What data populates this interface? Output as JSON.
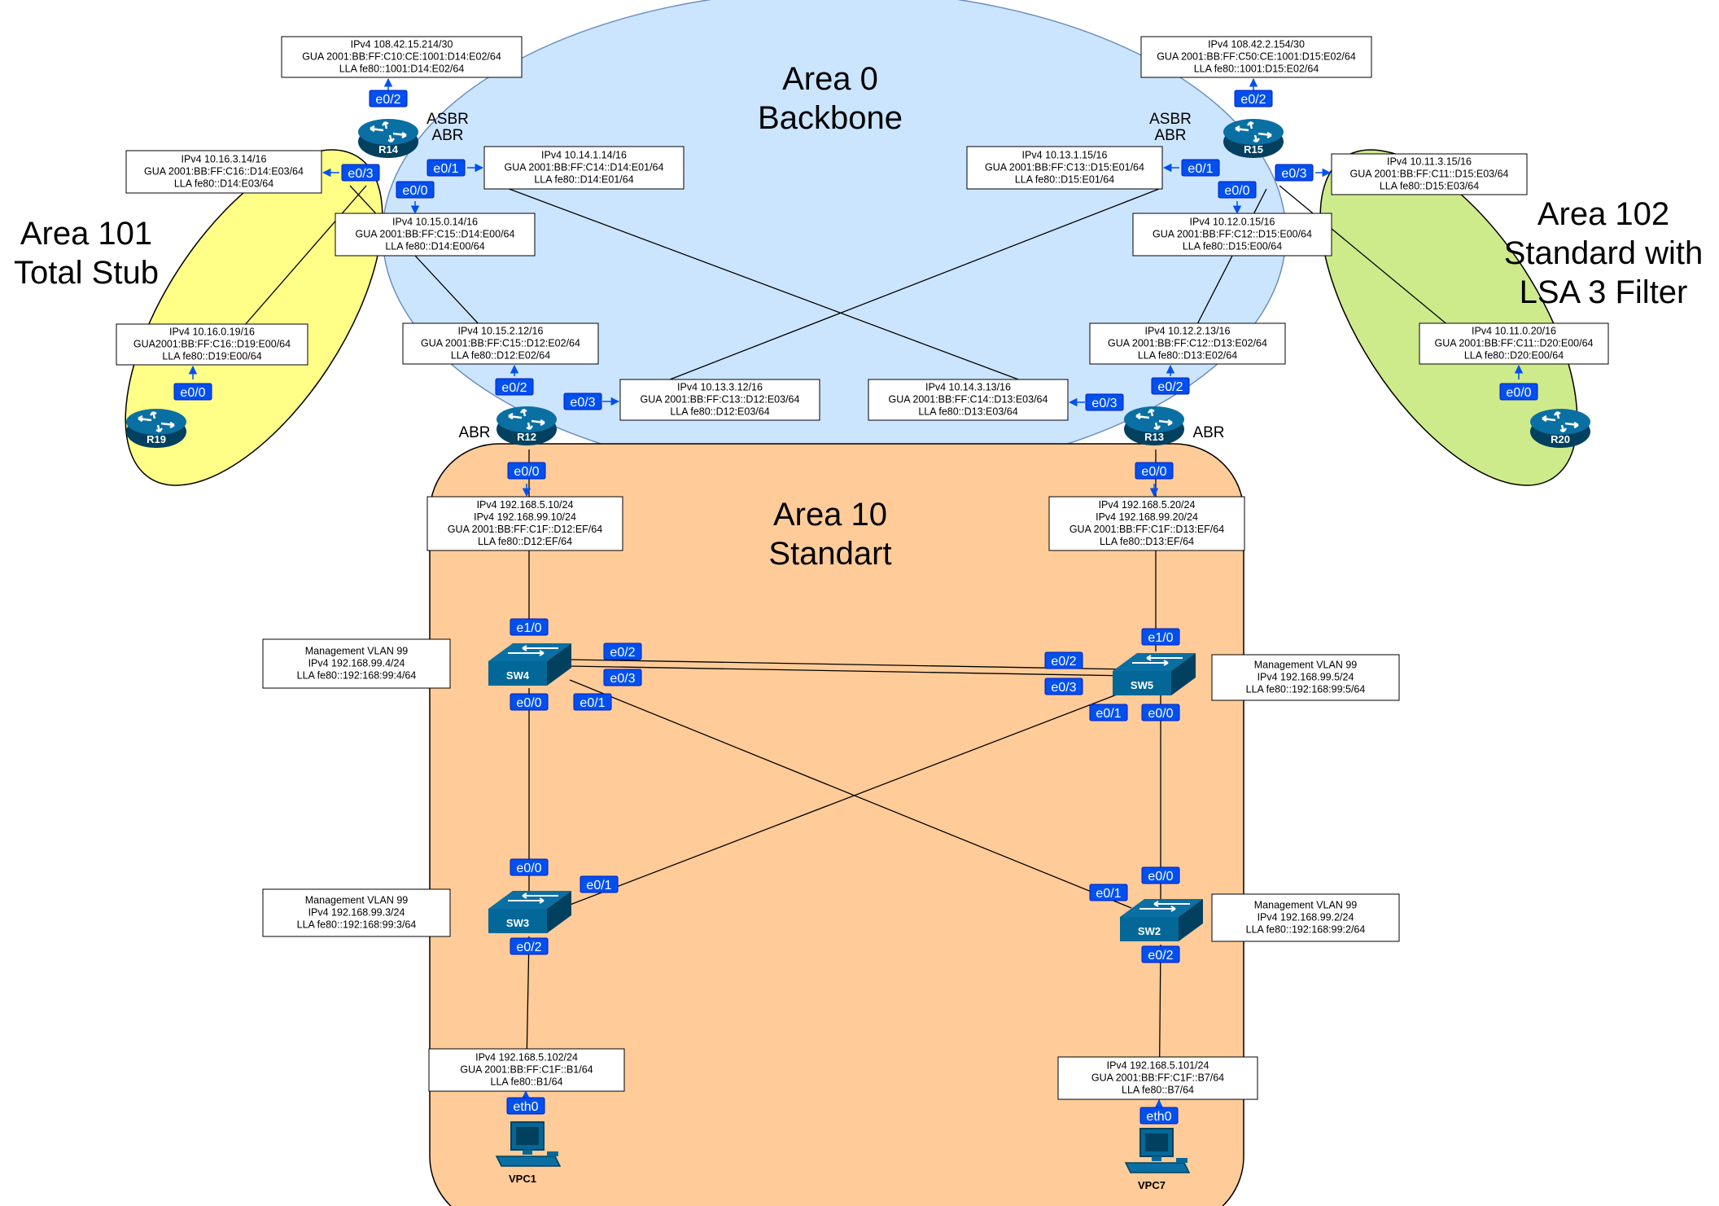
{
  "colors": {
    "area0": "#cce5ff",
    "area10": "#ffcc99",
    "area101": "#ffff88",
    "area102": "#cdeb8b",
    "port": "#0050ef",
    "device": "#036897"
  },
  "areas": {
    "area0": [
      "Area 0",
      "Backbone"
    ],
    "area10": [
      "Area 10",
      "Standart"
    ],
    "area101": [
      "Area 101",
      "Total Stub"
    ],
    "area102": [
      "Area 102",
      "Standard with",
      "LSA 3 Filter"
    ]
  },
  "devices": {
    "r14": {
      "label": "R14",
      "roles": [
        "ASBR",
        "ABR"
      ]
    },
    "r15": {
      "label": "R15",
      "roles": [
        "ASBR",
        "ABR"
      ]
    },
    "r12": {
      "label": "R12",
      "roles": [
        "ABR"
      ]
    },
    "r13": {
      "label": "R13",
      "roles": [
        "ABR"
      ]
    },
    "r19": {
      "label": "R19"
    },
    "r20": {
      "label": "R20"
    },
    "sw4": {
      "label": "SW4"
    },
    "sw5": {
      "label": "SW5"
    },
    "sw3": {
      "label": "SW3"
    },
    "sw2": {
      "label": "SW2"
    },
    "vpc1": {
      "label": "VPC1"
    },
    "vpc7": {
      "label": "VPC7"
    }
  },
  "boxes": {
    "r14_e02": [
      "IPv4 108.42.15.214/30",
      "GUA 2001:BB:FF:C10:CE:1001:D14:E02/64",
      "LLA fe80::1001:D14:E02/64"
    ],
    "r14_e03": [
      "IPv4 10.16.3.14/16",
      "GUA 2001:BB:FF:C16::D14:E03/64",
      "LLA fe80::D14:E03/64"
    ],
    "r14_e01": [
      "IPv4 10.14.1.14/16",
      "GUA 2001:BB:FF:C14::D14:E01/64",
      "LLA fe80::D14:E01/64"
    ],
    "r14_e00": [
      "IPv4 10.15.0.14/16",
      "GUA 2001:BB:FF:C15::D14:E00/64",
      "LLA fe80::D14:E00/64"
    ],
    "r19_e00": [
      "IPv4 10.16.0.19/16",
      "GUA2001:BB:FF:C16::D19:E00/64",
      "LLA fe80::D19:E00/64"
    ],
    "r12_e02": [
      "IPv4 10.15.2.12/16",
      "GUA 2001:BB:FF:C15::D12:E02/64",
      "LLA fe80::D12:E02/64"
    ],
    "r12_e03": [
      "IPv4 10.13.3.12/16",
      "GUA 2001:BB:FF:C13::D12:E03/64",
      "LLA fe80::D12:E03/64"
    ],
    "r15_e02": [
      "IPv4 108.42.2.154/30",
      "GUA 2001:BB:FF:C50:CE:1001:D15:E02/64",
      "LLA fe80::1001:D15:E02/64"
    ],
    "r15_e01": [
      "IPv4 10.13.1.15/16",
      "GUA 2001:BB:FF:C13::D15:E01/64",
      "LLA fe80::D15:E01/64"
    ],
    "r15_e03": [
      "IPv4 10.11.3.15/16",
      "GUA 2001:BB:FF:C11::D15:E03/64",
      "LLA fe80::D15:E03/64"
    ],
    "r15_e00": [
      "IPv4 10.12.0.15/16",
      "GUA 2001:BB:FF:C12::D15:E00/64",
      "LLA fe80::D15:E00/64"
    ],
    "r13_e02": [
      "IPv4 10.12.2.13/16",
      "GUA 2001:BB:FF:C12::D13:E02/64",
      "LLA fe80::D13:E02/64"
    ],
    "r20_e00": [
      "IPv4 10.11.0.20/16",
      "GUA 2001:BB:FF:C11::D20:E00/64",
      "LLA fe80::D20:E00/64"
    ],
    "r13_e03": [
      "IPv4 10.14.3.13/16",
      "GUA 2001:BB:FF:C14::D13:E03/64",
      "LLA fe80::D13:E03/64"
    ],
    "r12_e00": [
      "IPv4 192.168.5.10/24",
      "IPv4 192.168.99.10/24",
      "GUA 2001:BB:FF:C1F::D12:EF/64",
      "LLA fe80::D12:EF/64"
    ],
    "r13_e00": [
      "IPv4 192.168.5.20/24",
      "IPv4 192.168.99.20/24",
      "GUA 2001:BB:FF:C1F::D13:EF/64",
      "LLA fe80::D13:EF/64"
    ],
    "sw4_mgmt": [
      "Management VLAN 99",
      "IPv4 192.168.99.4/24",
      "LLA fe80::192:168:99:4/64"
    ],
    "sw5_mgmt": [
      "Management VLAN 99",
      "IPv4 192.168.99.5/24",
      "LLA fe80::192:168:99:5/64"
    ],
    "sw3_mgmt": [
      "Management VLAN 99",
      "IPv4 192.168.99.3/24",
      "LLA fe80::192:168:99:3/64"
    ],
    "sw2_mgmt": [
      "Management VLAN 99",
      "IPv4 192.168.99.2/24",
      "LLA fe80::192:168:99:2/64"
    ],
    "vpc1_eth0": [
      "IPv4 192.168.5.102/24",
      "GUA 2001:BB:FF:C1F::B1/64",
      "LLA fe80::B1/64"
    ],
    "vpc7_eth0": [
      "IPv4 192.168.5.101/24",
      "GUA 2001:BB:FF:C1F::B7/64",
      "LLA fe80::B7/64"
    ]
  },
  "ports": {
    "r14_e02": "e0/2",
    "r14_e03": "e0/3",
    "r14_e01": "e0/1",
    "r14_e00": "e0/0",
    "r15_e02": "e0/2",
    "r15_e01": "e0/1",
    "r15_e03": "e0/3",
    "r15_e00": "e0/0",
    "r19_e00": "e0/0",
    "r20_e00": "e0/0",
    "r12_e02": "e0/2",
    "r12_e03": "e0/3",
    "r12_e00": "e0/0",
    "r13_e02": "e0/2",
    "r13_e03": "e0/3",
    "r13_e00": "e0/0",
    "sw4_e10": "e1/0",
    "sw4_e02": "e0/2",
    "sw4_e03": "e0/3",
    "sw4_e00": "e0/0",
    "sw4_e01": "e0/1",
    "sw5_e10": "e1/0",
    "sw5_e02": "e0/2",
    "sw5_e03": "e0/3",
    "sw5_e01": "e0/1",
    "sw5_e00": "e0/0",
    "sw3_e00": "e0/0",
    "sw3_e01": "e0/1",
    "sw3_e02": "e0/2",
    "sw2_e00": "e0/0",
    "sw2_e01": "e0/1",
    "sw2_e02": "e0/2",
    "vpc1_eth0": "eth0",
    "vpc7_eth0": "eth0"
  },
  "links": [
    [
      "R14",
      "R12"
    ],
    [
      "R14",
      "R13"
    ],
    [
      "R14",
      "R19"
    ],
    [
      "R15",
      "R13"
    ],
    [
      "R15",
      "R12"
    ],
    [
      "R15",
      "R20"
    ],
    [
      "R12",
      "SW4"
    ],
    [
      "R13",
      "SW5"
    ],
    [
      "SW4",
      "SW5"
    ],
    [
      "SW4",
      "SW5"
    ],
    [
      "SW4",
      "SW3"
    ],
    [
      "SW4",
      "SW2"
    ],
    [
      "SW5",
      "SW3"
    ],
    [
      "SW5",
      "SW2"
    ],
    [
      "SW3",
      "VPC1"
    ],
    [
      "SW2",
      "VPC7"
    ]
  ]
}
